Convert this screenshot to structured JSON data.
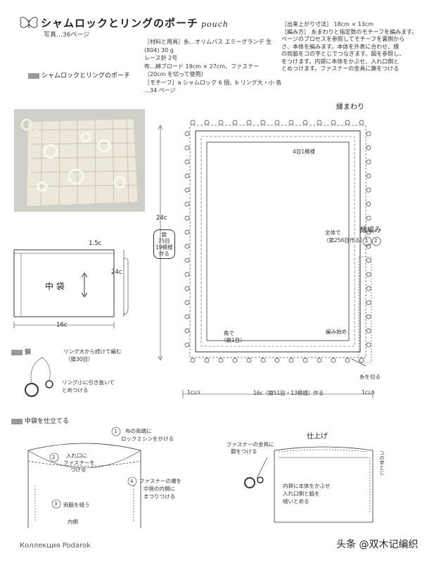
{
  "header": {
    "title": "シャムロックとリングのポーチ",
    "title_latin": "pouch",
    "page_ref": "写真…36ページ"
  },
  "materials": [
    "［材料と用具］糸…オリムパス エミーグランデ 生",
    "(804) 30 g",
    "レース針 2号",
    "布…綿ブロード 19cm × 27cm、ファスナー",
    "（20cm を切って使用）",
    "［モチーフ］a シャムロック 6 個、b リング大・小 各",
    "…34 ページ"
  ],
  "notes": [
    "［出来上がり寸法］ 18cm × 13cm",
    "［編み方］ 糸まわりと指定数のモチーフを編みます。",
    "ページのプロセスを参照してモチーフを裏側から",
    "さ、本体を編みます。本体を外表に合わせ、縁",
    "の両脇をコの字とじでつなぎます。図を参照し、",
    "をつけます。内袋に本体をかぶせ、入れ口側と",
    "とめつけます。ファスナーの金具に鎖をつける"
  ],
  "section_pouch": "シャムロックとリングのポーチ",
  "inner_bag": {
    "label": "中 袋",
    "dim_top": "1.5c",
    "dim_side": "24c",
    "dim_bottom": "16c"
  },
  "chain_section": {
    "title": "鎖",
    "note1": "リング大から続けて編む",
    "note1b": "（鎖30目）",
    "note2": "リング小に引き抜いて",
    "note2b": "とめつける"
  },
  "main_chart": {
    "title": "縁まわり",
    "inner_label": "4目1模様",
    "side_dim": "24c",
    "side_note": [
      "鎖",
      "75目",
      "19模様",
      "作る"
    ],
    "edge_label": "縁編み",
    "count_note1": "全体で",
    "count_note2": "（鎖256目作る）",
    "circle1": "1",
    "circle2": "2",
    "corner_note1": "角で",
    "corner_note2": "（鎖1目）",
    "start_note": "編み始め",
    "cut_note": "糸を切る",
    "bottom_dim": "16c（鎖51目・13模様）作る",
    "left_margin": "1c",
    "left_margin_frac": "2/3",
    "right_margin": "1c",
    "right_margin_frac": "2/3"
  },
  "assembly": {
    "title": "中袋を仕立てる",
    "step1": "布の両端に",
    "step1b": "ロックミシンをかける",
    "step2": "入れ口に",
    "step2b": "ファスナーを",
    "step2c": "つける",
    "step3": "両脇を縫う",
    "step4": "ファスナーの端を",
    "step4b": "中袋の内側に",
    "step4c": "まつりつける",
    "inside": "内側",
    "n1": "1",
    "n2": "2",
    "n3": "3",
    "n4": "4"
  },
  "finish": {
    "title": "仕上げ",
    "note1": "ファスナーの金具に",
    "note1b": "鎖をつける",
    "note2": "内袋に本体をかぶせ",
    "note2b": "入れ口側と脇を",
    "note2c": "縫いとめる",
    "side_label": "コの字とじ"
  },
  "footer": {
    "left": "Коллекция Podarok",
    "right": "头条 @双木记编织"
  }
}
